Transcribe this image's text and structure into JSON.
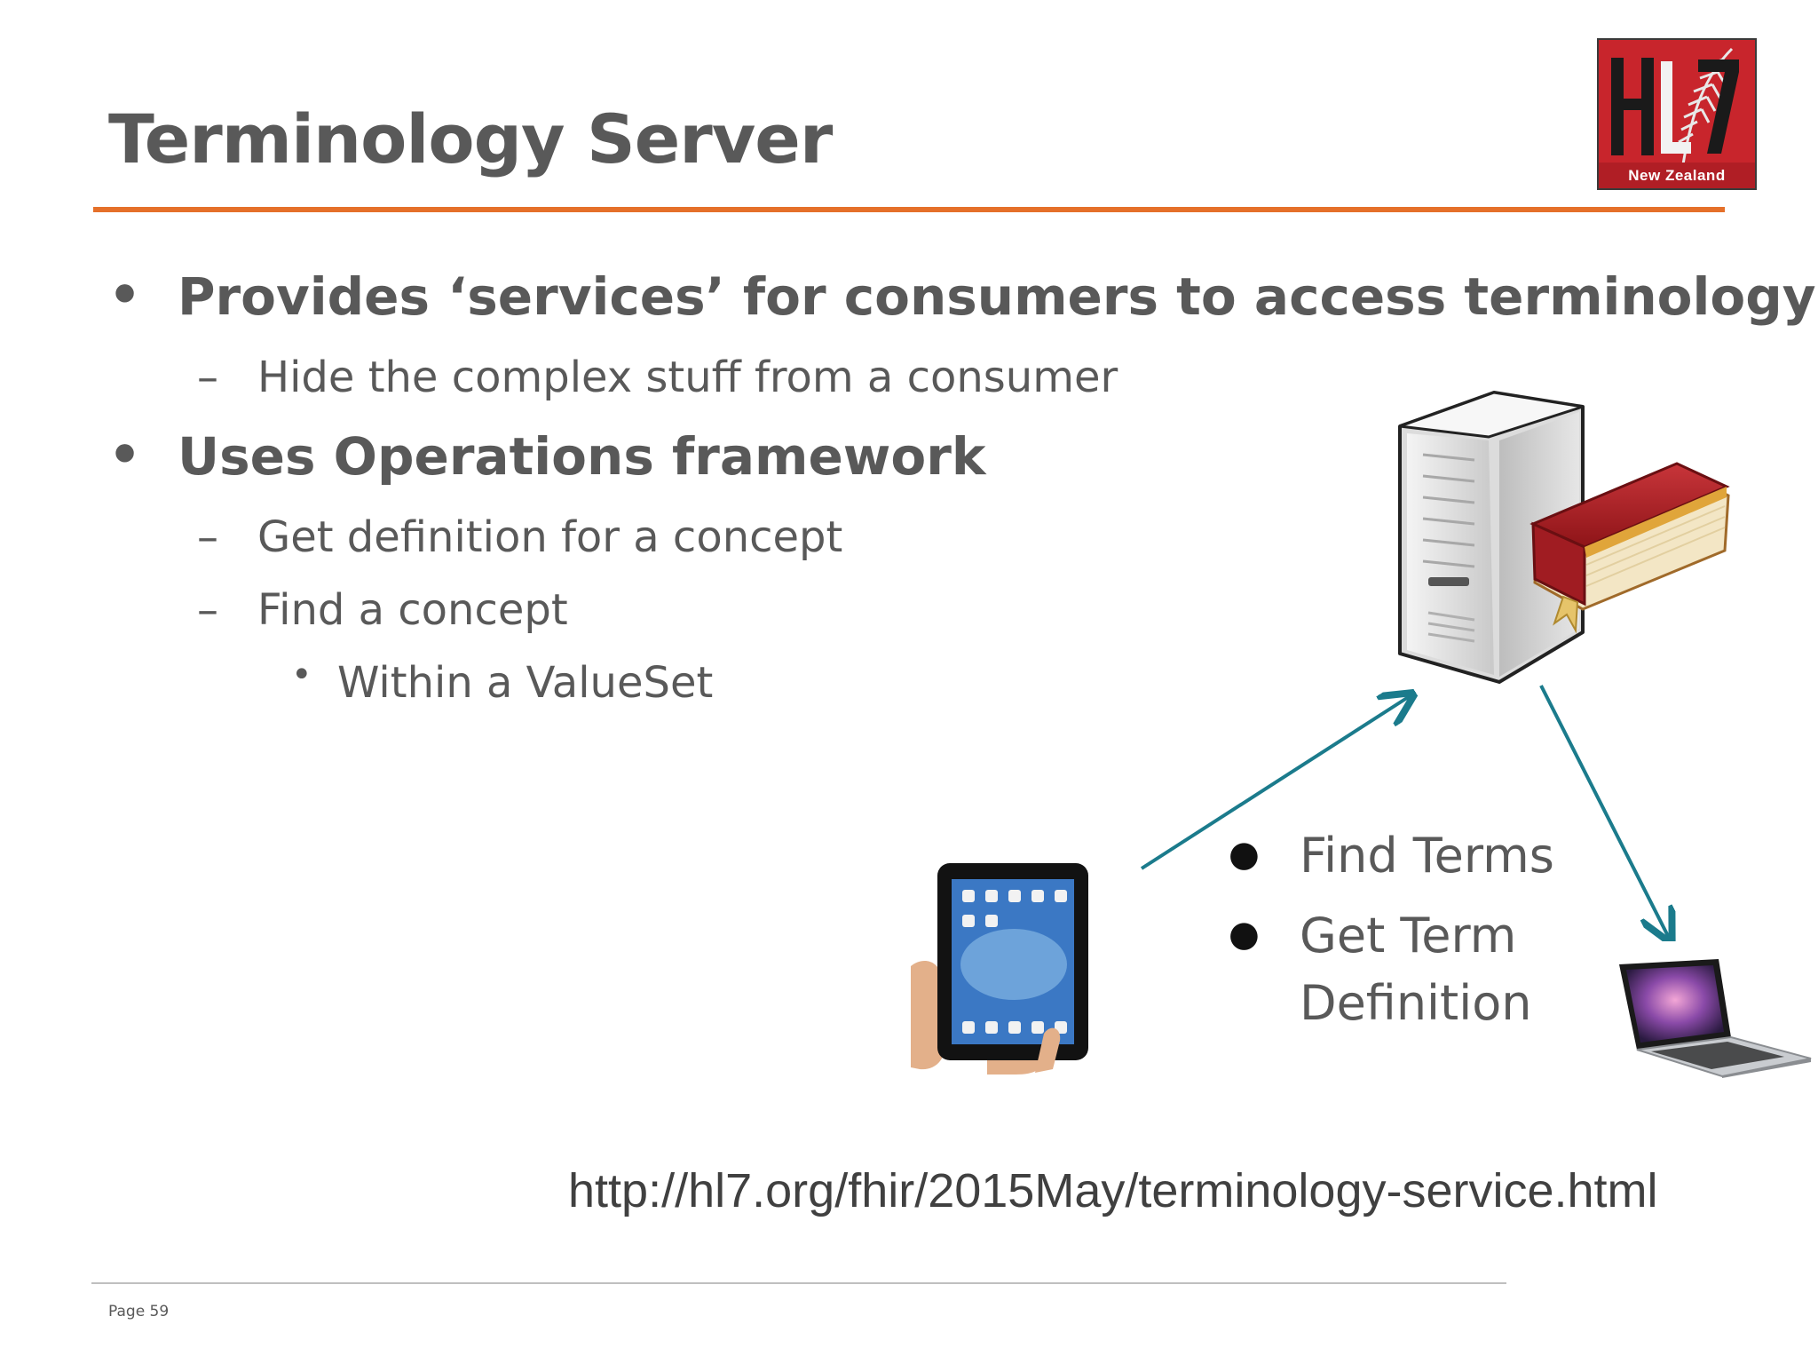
{
  "slide": {
    "title": "Terminology Server",
    "logo": {
      "caption": "New Zealand",
      "icon": "hl7-new-zealand-logo"
    },
    "bullets": [
      {
        "level": 1,
        "marker": "•",
        "text": "Provides ‘services’ for consumers to access terminology"
      },
      {
        "level": 2,
        "marker": "–",
        "text": "Hide the complex stuff from a consumer"
      },
      {
        "level": 1,
        "marker": "•",
        "text": "Uses Operations framework"
      },
      {
        "level": 2,
        "marker": "–",
        "text": "Get definition for a concept"
      },
      {
        "level": 2,
        "marker": "–",
        "text": "Find a concept"
      },
      {
        "level": 3,
        "marker": "•",
        "text": "Within a ValueSet"
      }
    ],
    "diagram": {
      "operations": [
        "Find Terms",
        "Get Term",
        "Definition"
      ],
      "icons": [
        "server-icon",
        "book-icon",
        "tablet-icon",
        "laptop-icon",
        "arrow-icon"
      ],
      "arrow_color": "#1b7b8c"
    },
    "url": "http://hl7.org/fhir/2015May/terminology-service.html",
    "page_label": "Page 59",
    "colors": {
      "accent": "#e5702a",
      "text": "#595959",
      "logo_red": "#c8252c"
    }
  }
}
